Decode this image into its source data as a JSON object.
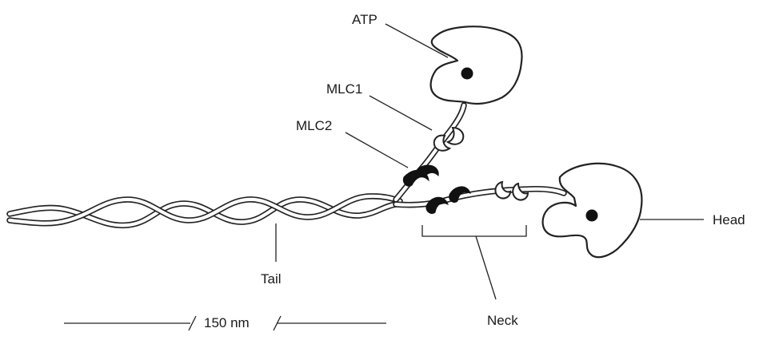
{
  "labels": {
    "atp": "ATP",
    "mlc1": "MLC1",
    "mlc2": "MLC2",
    "tail": "Tail",
    "neck": "Neck",
    "head": "Head",
    "scale": "150 nm"
  }
}
